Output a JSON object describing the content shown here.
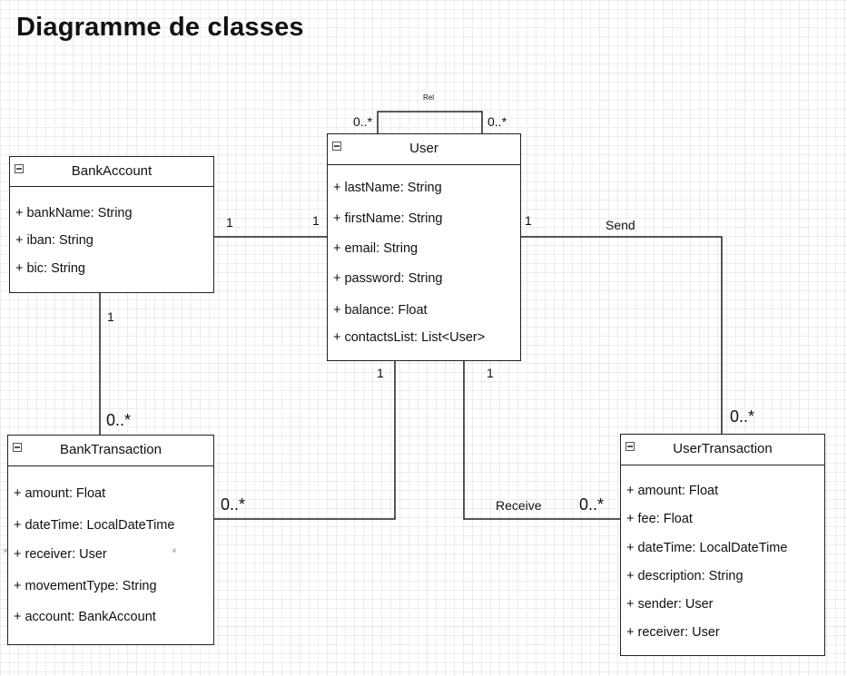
{
  "title": "Diagramme de classes",
  "classes": {
    "user": {
      "name": "User",
      "attributes": [
        "+ lastName: String",
        "+ firstName: String",
        "+ email: String",
        "+ password: String",
        "+ balance: Float",
        "+ contactsList: List<User>"
      ]
    },
    "bankAccount": {
      "name": "BankAccount",
      "attributes": [
        "+ bankName: String",
        "+ iban: String",
        "+ bic: String"
      ]
    },
    "bankTransaction": {
      "name": "BankTransaction",
      "attributes": [
        "+ amount: Float",
        "+ dateTime: LocalDateTime",
        "+ receiver: User",
        "+ movementType: String",
        "+ account: BankAccount"
      ]
    },
    "userTransaction": {
      "name": "UserTransaction",
      "attributes": [
        "+ amount: Float",
        "+ fee: Float",
        "+ dateTime: LocalDateTime",
        "+ description: String",
        "+ sender: User",
        "+ receiver: User"
      ]
    }
  },
  "relations": {
    "self": {
      "name": "Rel",
      "left": "0..*",
      "right": "0..*"
    },
    "user_bankAccount": {
      "left": "1",
      "right": "1"
    },
    "bankAccount_bankTransaction": {
      "top": "1",
      "bottom": "0..*"
    },
    "user_bankTransaction": {
      "top": "1",
      "bottom": "0..*"
    },
    "send": {
      "name": "Send",
      "top": "1",
      "bottom": "0..*"
    },
    "receive": {
      "name": "Receive",
      "top": "1",
      "bottom": "0..*"
    }
  },
  "markers": {
    "selection_marker": "×"
  }
}
